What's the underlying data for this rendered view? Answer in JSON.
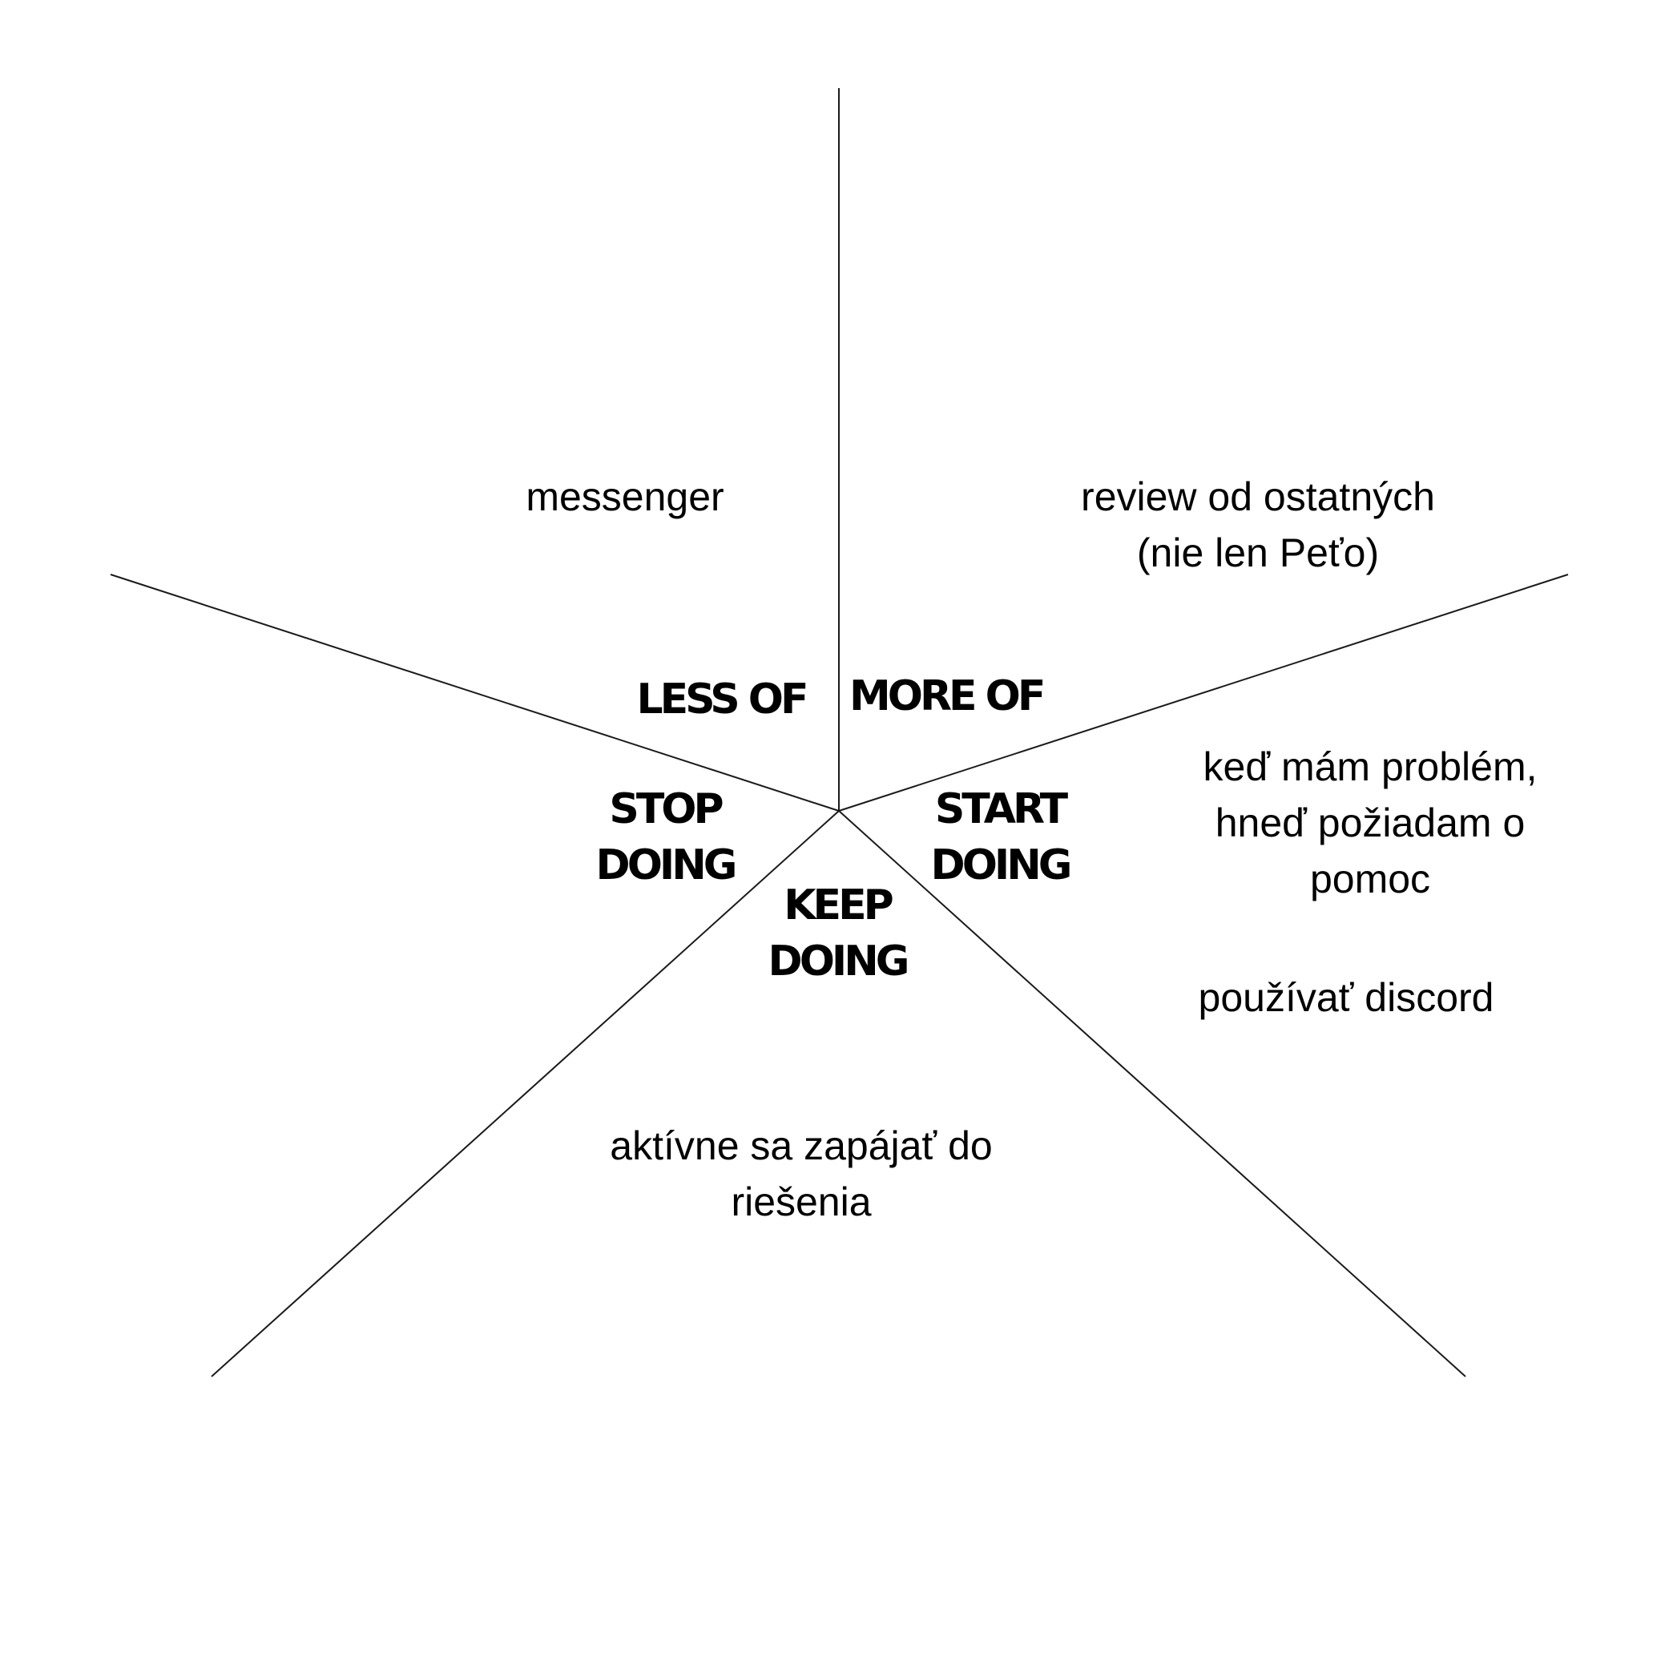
{
  "sectors": {
    "more_of": {
      "label": "MORE OF",
      "notes": [
        "review od ostatných",
        "(nie len Peťo)"
      ]
    },
    "start_doing": {
      "label_lines": [
        "START",
        "DOING"
      ],
      "notes": [
        "keď mám problém,",
        "hneď požiadam o",
        "pomoc"
      ],
      "notes_extra": "používať discord"
    },
    "keep_doing": {
      "label_lines": [
        "KEEP",
        "DOING"
      ],
      "notes": [
        "aktívne sa zapájať do",
        "riešenia"
      ]
    },
    "stop_doing": {
      "label_lines": [
        "STOP",
        "DOING"
      ],
      "notes": []
    },
    "less_of": {
      "label": "LESS OF",
      "notes": [
        "messenger"
      ]
    }
  }
}
